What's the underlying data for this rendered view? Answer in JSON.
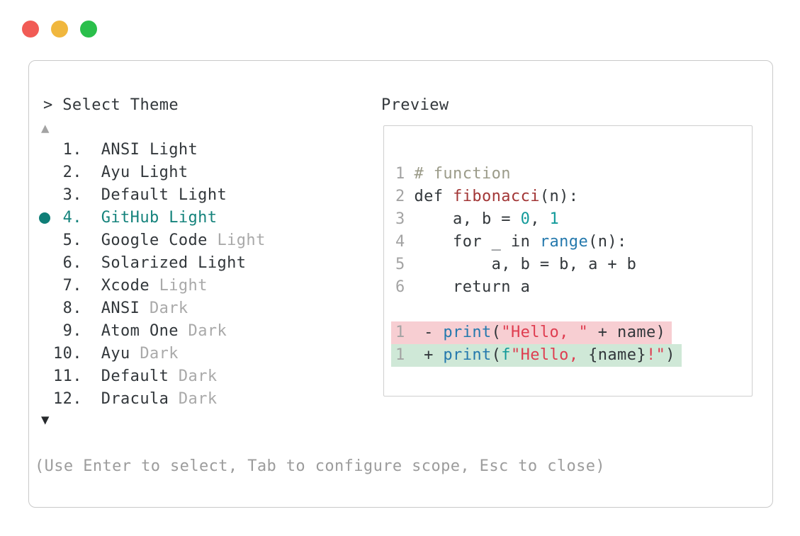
{
  "window_controls": {
    "close": "close",
    "minimize": "minimize",
    "maximize": "maximize"
  },
  "colors": {
    "text": "#32373b",
    "dim": "#a9a9a9",
    "hint": "#9c9c9c",
    "line_number": "#a3a3a3",
    "accent": "#15837c",
    "bullet": "#0f7e77",
    "scroll_up": "#a3a3a3",
    "scroll_down": "#26292c",
    "window_border": "#c9c9c9",
    "preview_border": "#cfcfcf",
    "comment": "#9b9b89",
    "function_name": "#a23636",
    "number": "#119a9a",
    "builtin": "#2579ad",
    "string": "#df3d50",
    "diff_del_bg": "#f7ced2",
    "diff_add_bg": "#cfe8d7",
    "dot_close": "#f15b55",
    "dot_minimize": "#f0b73e",
    "dot_maximize": "#2abf4b"
  },
  "header": {
    "prompt": "> Select Theme"
  },
  "list": {
    "scroll_up_glyph": "▲",
    "scroll_down_glyph": "▼",
    "items": [
      {
        "number": " 1",
        "name": "ANSI Light",
        "dim": "",
        "selected": false
      },
      {
        "number": " 2",
        "name": "Ayu Light",
        "dim": "",
        "selected": false
      },
      {
        "number": " 3",
        "name": "Default Light",
        "dim": "",
        "selected": false
      },
      {
        "number": " 4",
        "name": "GitHub Light",
        "dim": "",
        "selected": true
      },
      {
        "number": " 5",
        "name": "Google Code",
        "dim": "Light",
        "selected": false
      },
      {
        "number": " 6",
        "name": "Solarized Light",
        "dim": "",
        "selected": false
      },
      {
        "number": " 7",
        "name": "Xcode",
        "dim": "Light",
        "selected": false
      },
      {
        "number": " 8",
        "name": "ANSI",
        "dim": "Dark",
        "selected": false
      },
      {
        "number": " 9",
        "name": "Atom One",
        "dim": "Dark",
        "selected": false
      },
      {
        "number": "10",
        "name": "Ayu",
        "dim": "Dark",
        "selected": false
      },
      {
        "number": "11",
        "name": "Default",
        "dim": "Dark",
        "selected": false
      },
      {
        "number": "12",
        "name": "Dracula",
        "dim": "Dark",
        "selected": false
      }
    ]
  },
  "preview": {
    "title": "Preview",
    "lines": [
      {
        "num": "1",
        "tokens": [
          [
            "comment",
            "# function"
          ]
        ]
      },
      {
        "num": "2",
        "tokens": [
          [
            "text",
            "def "
          ],
          [
            "func",
            "fibonacci"
          ],
          [
            "text",
            "(n):"
          ]
        ]
      },
      {
        "num": "3",
        "tokens": [
          [
            "text",
            "    a, b = "
          ],
          [
            "number",
            "0"
          ],
          [
            "text",
            ", "
          ],
          [
            "number",
            "1"
          ]
        ]
      },
      {
        "num": "4",
        "tokens": [
          [
            "text",
            "    for _ in "
          ],
          [
            "builtin",
            "range"
          ],
          [
            "text",
            "(n):"
          ]
        ]
      },
      {
        "num": "5",
        "tokens": [
          [
            "text",
            "        a, b = b, a + b"
          ]
        ]
      },
      {
        "num": "6",
        "tokens": [
          [
            "text",
            "    return a"
          ]
        ]
      },
      {
        "blank": true
      },
      {
        "num": "1",
        "bg": "del",
        "tokens": [
          [
            "text",
            " - "
          ],
          [
            "builtin",
            "print"
          ],
          [
            "text",
            "("
          ],
          [
            "string",
            "\"Hello, \""
          ],
          [
            "text",
            " + name)"
          ]
        ]
      },
      {
        "num": "1",
        "bg": "add",
        "tokens": [
          [
            "text",
            " + "
          ],
          [
            "builtin",
            "print"
          ],
          [
            "text",
            "("
          ],
          [
            "number",
            "f"
          ],
          [
            "string",
            "\"Hello, "
          ],
          [
            "text",
            "{name}"
          ],
          [
            "string",
            "!\""
          ],
          [
            "text",
            ")"
          ]
        ]
      }
    ]
  },
  "footer": {
    "hint": "(Use Enter to select, Tab to configure scope, Esc to close)"
  }
}
